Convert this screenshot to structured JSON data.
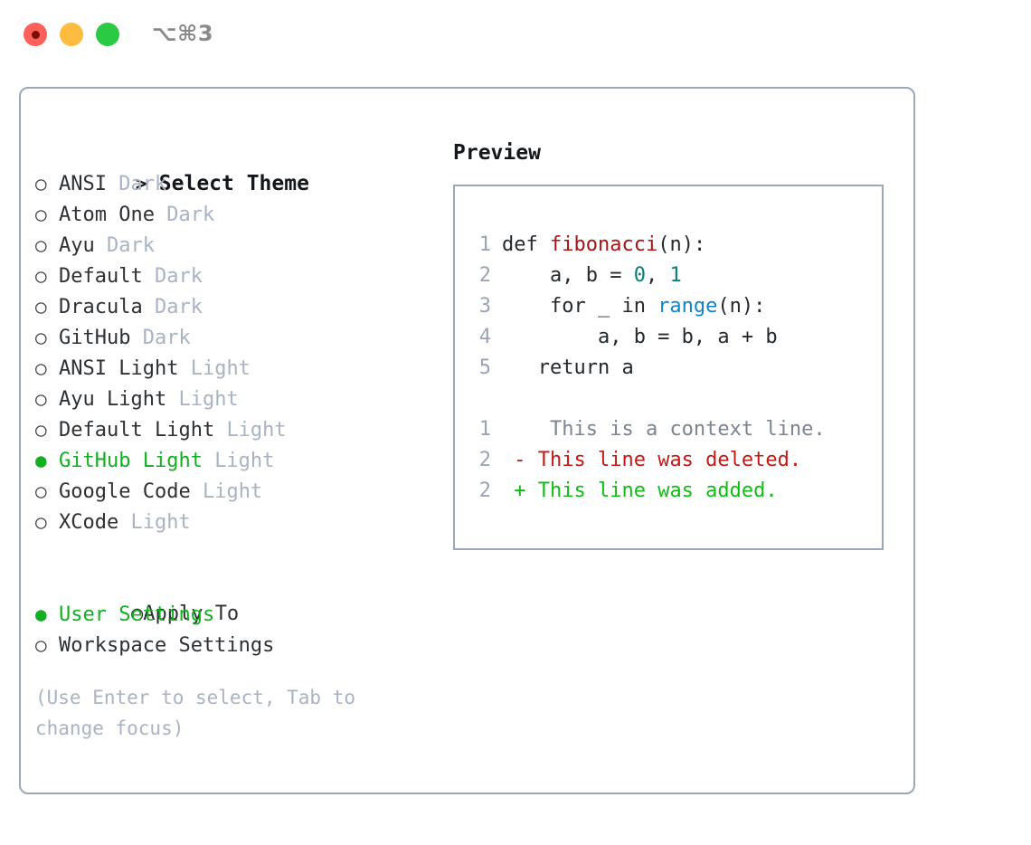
{
  "window": {
    "title": "⌥⌘3",
    "traffic_lights": [
      {
        "name": "close-button",
        "color": "#fc6058",
        "recording": true
      },
      {
        "name": "minimize-button",
        "color": "#fdbc40",
        "recording": false
      },
      {
        "name": "maximize-button",
        "color": "#2aca44",
        "recording": false
      }
    ]
  },
  "theme_picker": {
    "heading": {
      "marker": ">",
      "label": "Select Theme"
    },
    "items": [
      {
        "marker": "○",
        "name": "ANSI",
        "tag": "Dark",
        "selected": false
      },
      {
        "marker": "○",
        "name": "Atom One",
        "tag": "Dark",
        "selected": false
      },
      {
        "marker": "○",
        "name": "Ayu",
        "tag": "Dark",
        "selected": false
      },
      {
        "marker": "○",
        "name": "Default",
        "tag": "Dark",
        "selected": false
      },
      {
        "marker": "○",
        "name": "Dracula",
        "tag": "Dark",
        "selected": false
      },
      {
        "marker": "○",
        "name": "GitHub",
        "tag": "Dark",
        "selected": false
      },
      {
        "marker": "○",
        "name": "ANSI Light",
        "tag": "Light",
        "selected": false
      },
      {
        "marker": "○",
        "name": "Ayu Light",
        "tag": "Light",
        "selected": false
      },
      {
        "marker": "○",
        "name": "Default Light",
        "tag": "Light",
        "selected": false
      },
      {
        "marker": "●",
        "name": "GitHub Light",
        "tag": "Light",
        "selected": true
      },
      {
        "marker": "○",
        "name": "Google Code",
        "tag": "Light",
        "selected": false
      },
      {
        "marker": "○",
        "name": "XCode",
        "tag": "Light",
        "selected": false
      }
    ]
  },
  "apply_to": {
    "heading": "Apply To",
    "options": [
      {
        "marker": "●",
        "label": "User Settings",
        "selected": true
      },
      {
        "marker": "○",
        "label": "Workspace Settings",
        "selected": false
      }
    ]
  },
  "hint": "(Use Enter to select, Tab to change focus)",
  "preview": {
    "title": "Preview",
    "code_lines": [
      {
        "lineno": "1",
        "tokens": [
          {
            "text": "def ",
            "kind": "kw"
          },
          {
            "text": "fibonacci",
            "kind": "fn"
          },
          {
            "text": "(n):",
            "kind": "plain"
          }
        ]
      },
      {
        "lineno": "2",
        "tokens": [
          {
            "text": "    a, b = ",
            "kind": "plain"
          },
          {
            "text": "0",
            "kind": "num"
          },
          {
            "text": ", ",
            "kind": "plain"
          },
          {
            "text": "1",
            "kind": "num"
          }
        ]
      },
      {
        "lineno": "3",
        "tokens": [
          {
            "text": "    for _ in ",
            "kind": "plain"
          },
          {
            "text": "range",
            "kind": "call"
          },
          {
            "text": "(n):",
            "kind": "plain"
          }
        ]
      },
      {
        "lineno": "4",
        "tokens": [
          {
            "text": "        a, b = b, a + b",
            "kind": "plain"
          }
        ]
      },
      {
        "lineno": "5",
        "tokens": [
          {
            "text": "   return a",
            "kind": "plain"
          }
        ]
      }
    ],
    "diff_lines": [
      {
        "lineno": "1",
        "sign": " ",
        "text": "  This is a context line.",
        "kind": "ctx"
      },
      {
        "lineno": "2",
        "sign": "-",
        "text": " This line was deleted.",
        "kind": "del"
      },
      {
        "lineno": "2",
        "sign": "+",
        "text": " This line was added.",
        "kind": "add"
      }
    ]
  },
  "colors": {
    "selected_green": "#12b020",
    "tag_gray": "#a9b3c3",
    "border": "#9ca7b8",
    "fn_red": "#a81414",
    "num_teal": "#0a7d79",
    "call_blue": "#1184c8",
    "diff_del_red": "#c21a15",
    "diff_add_green": "#12bc17",
    "diff_ctx_gray": "#7b8490"
  }
}
